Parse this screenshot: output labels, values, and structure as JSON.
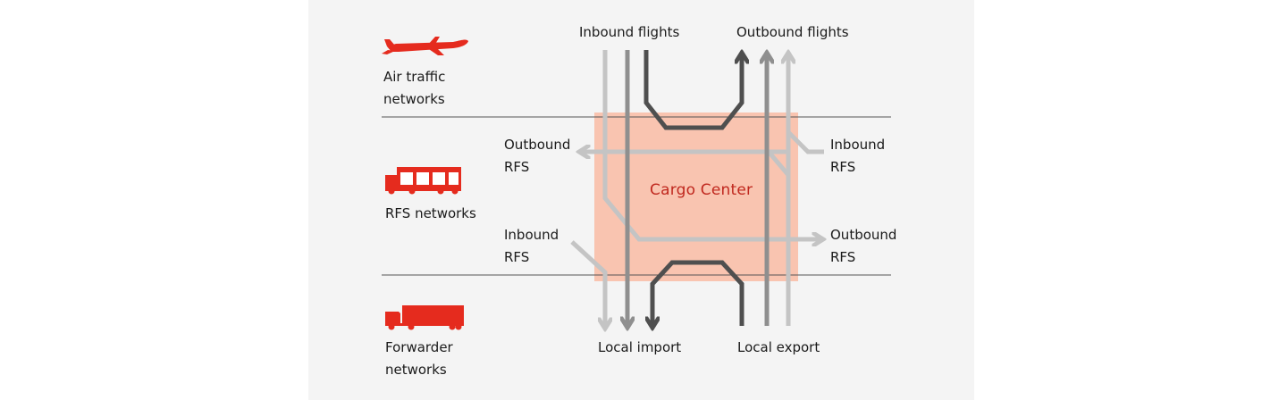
{
  "colors": {
    "background": "#ffffff",
    "panel": "#f4f4f4",
    "hub_fill": "#f9c4b0",
    "hub_text": "#c0281e",
    "icon_red": "#e52b1e",
    "divider": "#555555",
    "arrow_light": "#c4c4c4",
    "arrow_mid": "#8f8f8f",
    "arrow_dark": "#4f4f4f"
  },
  "hub": {
    "label": "Cargo Center"
  },
  "networks": {
    "air": {
      "icon": "airplane-icon",
      "line1": "Air traffic",
      "line2": "networks"
    },
    "rfs": {
      "icon": "rfs-truck-icon",
      "label": "RFS networks"
    },
    "forwarder": {
      "icon": "forwarder-truck-icon",
      "line1": "Forwarder",
      "line2": "networks"
    }
  },
  "flows": {
    "inbound_flights": "Inbound flights",
    "outbound_flights": "Outbound flights",
    "outbound_rfs_left": {
      "line1": "Outbound",
      "line2": "RFS"
    },
    "inbound_rfs_right": {
      "line1": "Inbound",
      "line2": "RFS"
    },
    "inbound_rfs_left": {
      "line1": "Inbound",
      "line2": "RFS"
    },
    "outbound_rfs_right": {
      "line1": "Outbound",
      "line2": "RFS"
    },
    "local_import": "Local import",
    "local_export": "Local export"
  }
}
